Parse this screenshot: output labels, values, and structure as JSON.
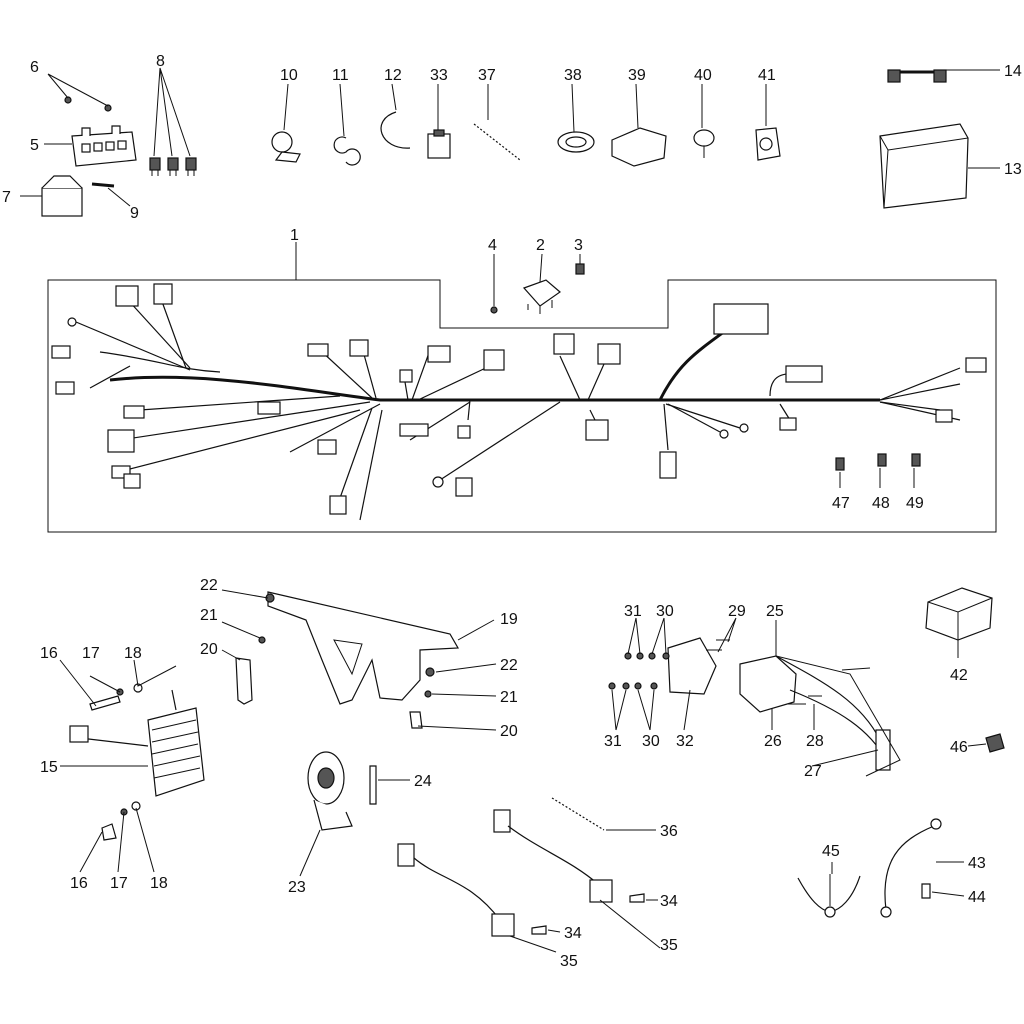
{
  "callouts": {
    "c1": "1",
    "c2": "2",
    "c3": "3",
    "c4": "4",
    "c5": "5",
    "c6": "6",
    "c7": "7",
    "c8": "8",
    "c9": "9",
    "c10": "10",
    "c11": "11",
    "c12": "12",
    "c13": "13",
    "c14": "14",
    "c15": "15",
    "c16a": "16",
    "c16b": "16",
    "c17a": "17",
    "c17b": "17",
    "c18a": "18",
    "c18b": "18",
    "c19": "19",
    "c20a": "20",
    "c20b": "20",
    "c21a": "21",
    "c21b": "21",
    "c22a": "22",
    "c22b": "22",
    "c23": "23",
    "c24": "24",
    "c25": "25",
    "c26": "26",
    "c27": "27",
    "c28": "28",
    "c29": "29",
    "c30a": "30",
    "c30b": "30",
    "c31a": "31",
    "c31b": "31",
    "c32": "32",
    "c33": "33",
    "c34a": "34",
    "c34b": "34",
    "c35a": "35",
    "c35b": "35",
    "c36": "36",
    "c37": "37",
    "c38": "38",
    "c39": "39",
    "c40": "40",
    "c41": "41",
    "c42": "42",
    "c43": "43",
    "c44": "44",
    "c45": "45",
    "c46": "46",
    "c47": "47",
    "c48": "48",
    "c49": "49"
  }
}
